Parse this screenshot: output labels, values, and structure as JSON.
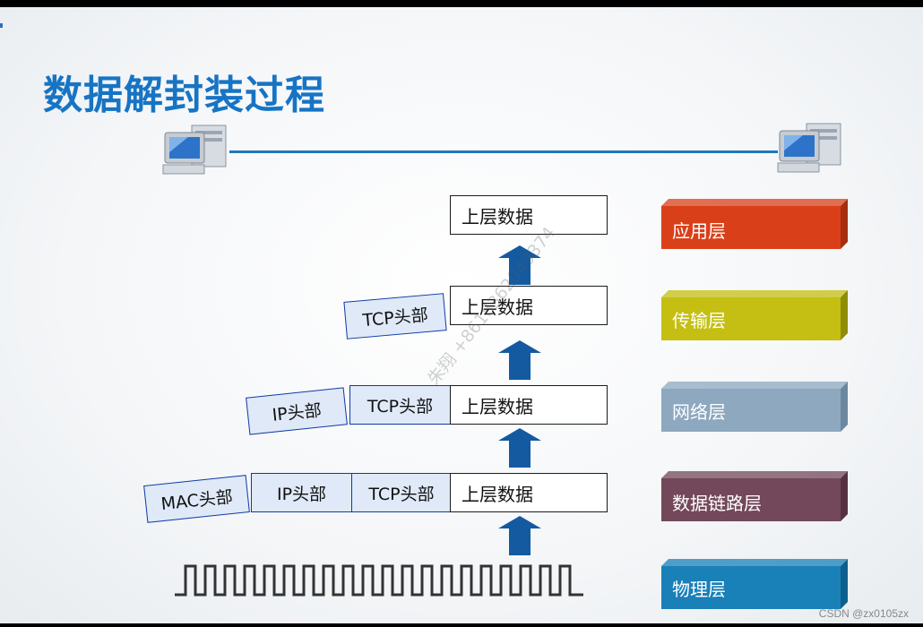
{
  "title": "数据解封装过程",
  "watermark": "朱翔 +8618362049374",
  "footer": "CSDN @zx0105zx",
  "data_label": "上层数据",
  "tcp_header": "TCP头部",
  "ip_header": "IP头部",
  "mac_header": "MAC头部",
  "layers": [
    {
      "name": "应用层",
      "color": "#d9401a",
      "dark": "#a52d10"
    },
    {
      "name": "传输层",
      "color": "#c4bf12",
      "dark": "#908c08"
    },
    {
      "name": "网络层",
      "color": "#8da8bf",
      "dark": "#6c889f"
    },
    {
      "name": "数据链路层",
      "color": "#73485a",
      "dark": "#55313f"
    },
    {
      "name": "物理层",
      "color": "#1a80b8",
      "dark": "#0f5f8c"
    }
  ],
  "colors": {
    "title": "#1774c4",
    "arrow": "#145aa0",
    "line": "#1f78b8"
  }
}
